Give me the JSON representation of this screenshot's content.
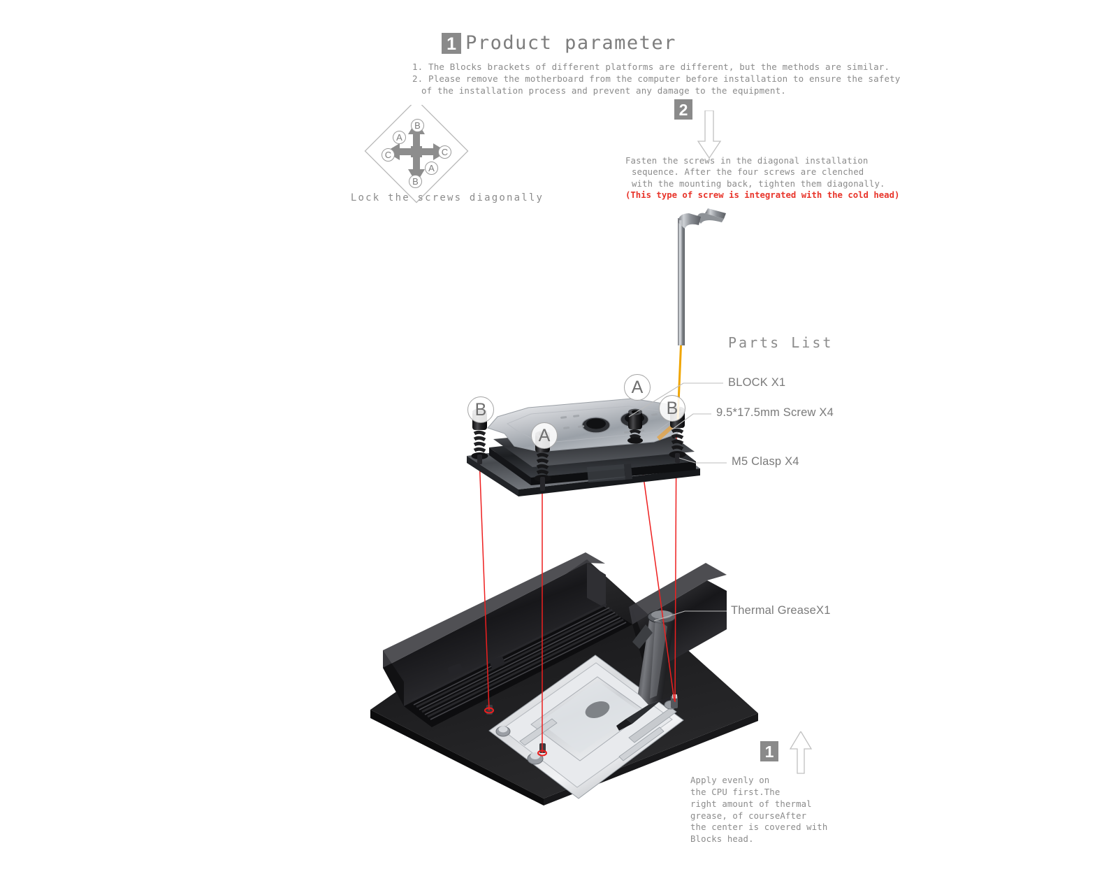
{
  "page": {
    "title_badge": "1",
    "title": "Product parameter",
    "accent_red": "#e8342a",
    "text_gray": "#8b8b8b",
    "badge_gray": "#8a8a8a"
  },
  "intro": {
    "line1": "1. The Blocks  brackets of different platforms are different, but the methods are similar.",
    "line2": "2. Please remove the motherboard from the computer before installation to ensure the safety",
    "line3": "of the installation process and prevent any damage to the equipment."
  },
  "diagonal_diagram": {
    "caption": "Lock the screws diagonally",
    "markers": [
      {
        "label": "B",
        "pos": "top"
      },
      {
        "label": "A",
        "pos": "upper-left"
      },
      {
        "label": "C",
        "pos": "left"
      },
      {
        "label": "C",
        "pos": "right"
      },
      {
        "label": "A",
        "pos": "lower-right"
      },
      {
        "label": "B",
        "pos": "bottom"
      }
    ]
  },
  "step2": {
    "badge": "2",
    "arrow": "arrow-down-outline",
    "line1": "Fasten the screws in the diagonal installation",
    "line2": "sequence. After the four screws are clenched",
    "line3": "with the mounting back, tighten them diagonally.",
    "note": "(This type of screw is integrated with the cold head)"
  },
  "parts_list": {
    "title": "Parts List",
    "items": [
      {
        "label": "BLOCK X1"
      },
      {
        "label": "9.5*17.5mm Screw X4"
      },
      {
        "label": "M5 Clasp X4"
      },
      {
        "label": "Thermal GreaseX1"
      }
    ]
  },
  "step1": {
    "badge": "1",
    "arrow": "arrow-up-outline",
    "line1": "Apply evenly on",
    "line2": "the CPU first.The",
    "line3": "right amount of thermal",
    "line4": "grease, of courseAfter",
    "line5": "the center is covered with",
    "line6": "Blocks  head."
  },
  "assembly_callouts": [
    {
      "label": "B",
      "position": "left-screw"
    },
    {
      "label": "A",
      "position": "front-left-screw"
    },
    {
      "label": "A",
      "position": "rear-right-screw"
    },
    {
      "label": "B",
      "position": "right-screw"
    }
  ]
}
